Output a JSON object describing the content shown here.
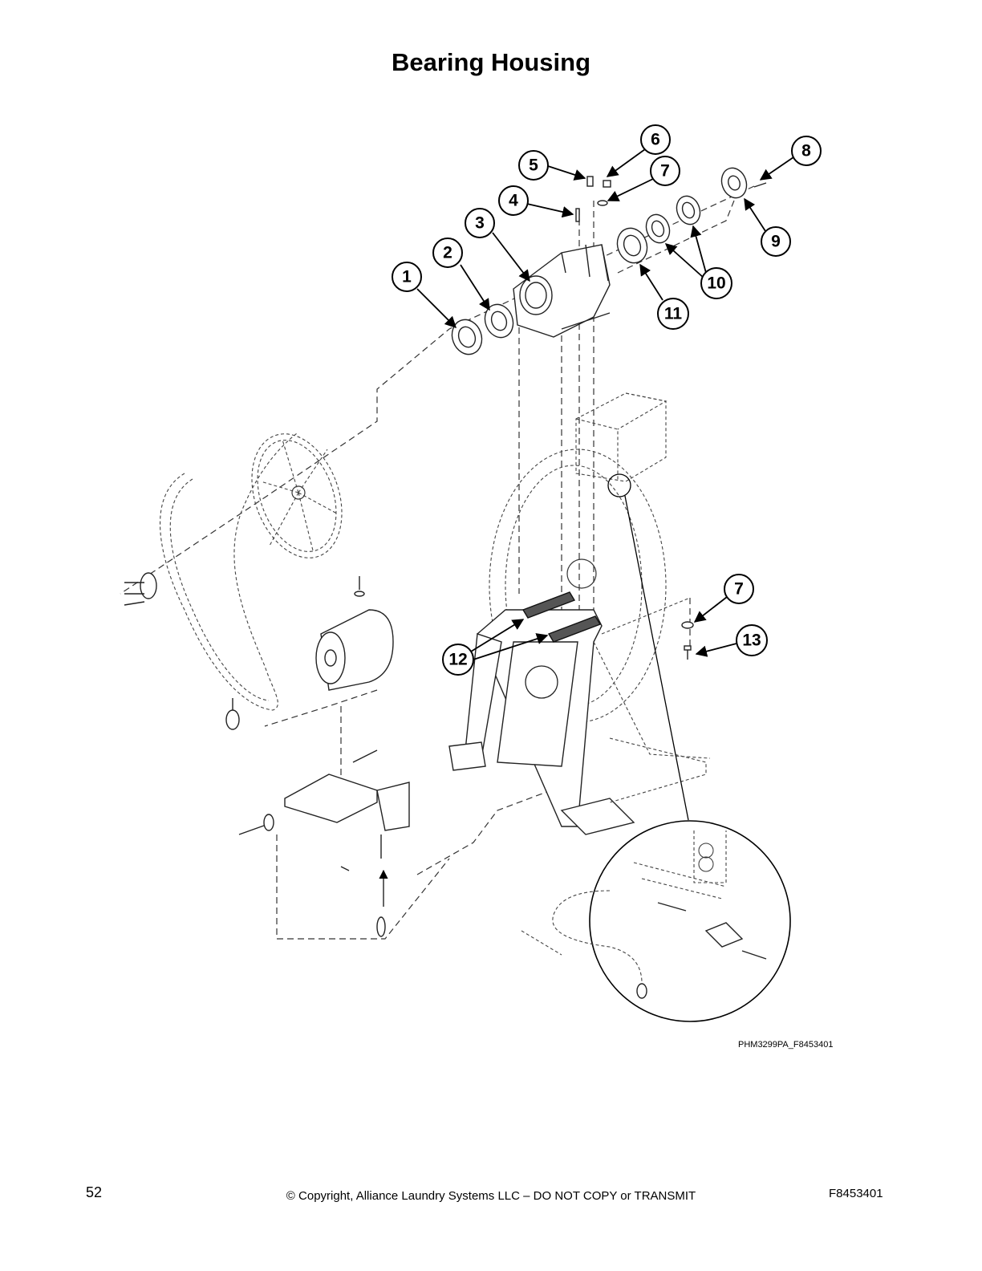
{
  "title": "Bearing Housing",
  "callouts": [
    "1",
    "2",
    "3",
    "4",
    "5",
    "6",
    "7",
    "8",
    "9",
    "10",
    "11",
    "12",
    "7",
    "13"
  ],
  "figure_code": "PHM3299PA_F8453401",
  "footer": {
    "page_number": "52",
    "copyright": "© Copyright, Alliance Laundry Systems LLC – DO NOT COPY or TRANSMIT",
    "document_id": "F8453401"
  }
}
